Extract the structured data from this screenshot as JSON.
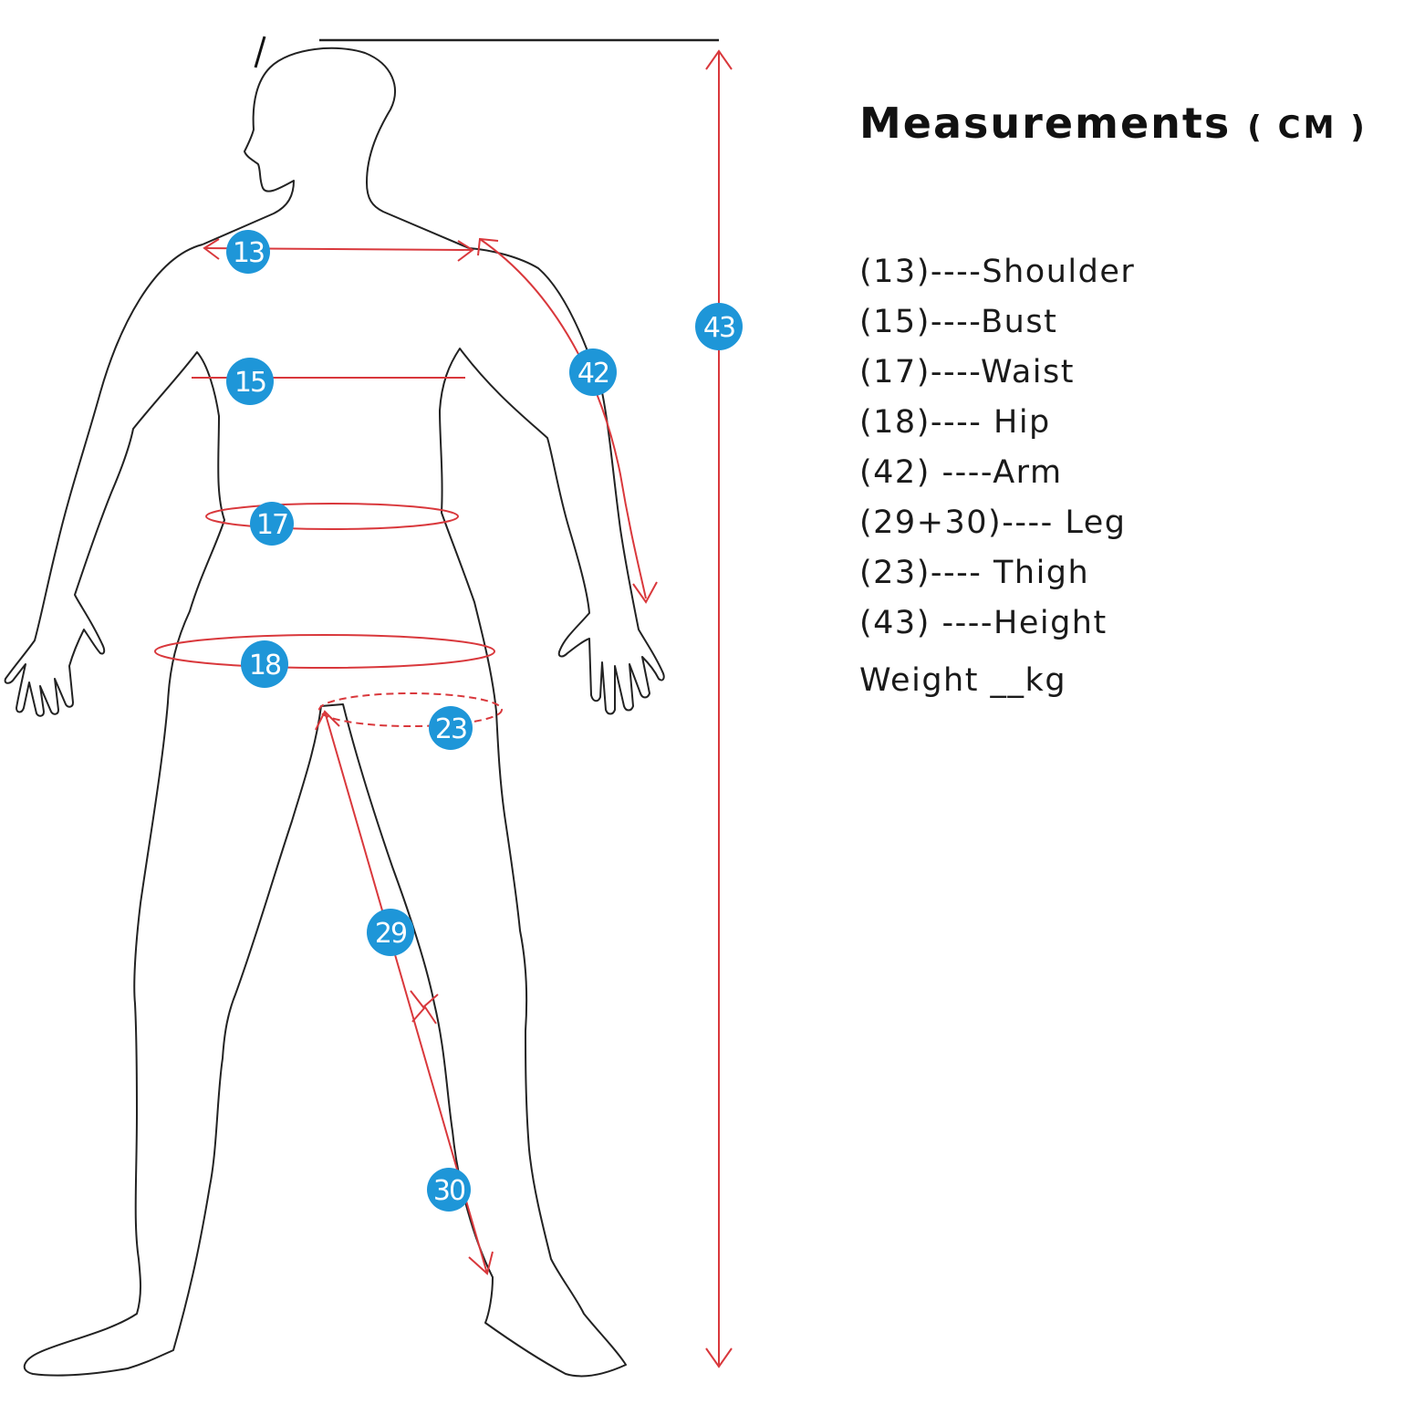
{
  "title": {
    "main": "Measurements",
    "unit": "( CM )"
  },
  "legend": [
    {
      "code": "(13)",
      "sep": "----",
      "label": "Shoulder"
    },
    {
      "code": "(15)",
      "sep": "----",
      "label": "Bust"
    },
    {
      "code": "(17)",
      "sep": "----",
      "label": "Waist"
    },
    {
      "code": "(18)",
      "sep": "---- ",
      "label": "Hip"
    },
    {
      "code": "(42)",
      "sep": " ----",
      "label": "Arm"
    },
    {
      "code": "(29+30)",
      "sep": "---- ",
      "label": "Leg"
    },
    {
      "code": "(23)",
      "sep": "---- ",
      "label": "Thigh"
    },
    {
      "code": "(43)",
      "sep": " ----",
      "label": "Height"
    }
  ],
  "weight": "Weight __kg",
  "badges": {
    "shoulder": "13",
    "bust": "15",
    "waist": "17",
    "hip": "18",
    "thigh": "23",
    "upper_leg": "29",
    "lower_leg": "30",
    "arm": "42",
    "height": "43"
  },
  "colors": {
    "measure_line": "#d9383c",
    "badge": "#1e96d8",
    "outline": "#222222"
  }
}
